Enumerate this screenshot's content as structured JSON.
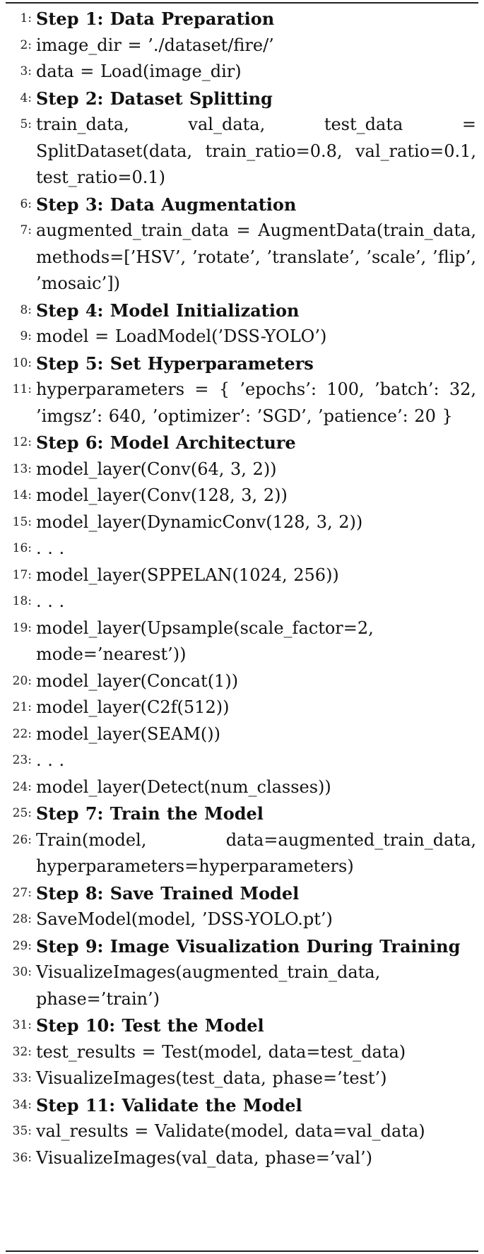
{
  "algorithm": {
    "lines": [
      {
        "n": "1:",
        "text": "Step 1: Data Preparation",
        "bold": true
      },
      {
        "n": "2:",
        "text": "image_dir = ’./dataset/fire/’",
        "bold": false
      },
      {
        "n": "3:",
        "text": "data = Load(image_dir)",
        "bold": false
      },
      {
        "n": "4:",
        "text": "Step 2: Dataset Splitting",
        "bold": true
      },
      {
        "n": "5:",
        "text": "train_data, val_data, test_data = SplitDataset(data, train_ratio=0.8, val_ratio=0.1, test_ratio=0.1)",
        "bold": false
      },
      {
        "n": "6:",
        "text": "Step 3: Data Augmentation",
        "bold": true
      },
      {
        "n": "7:",
        "text": "augmented_train_data = AugmentData(train_data, methods=[’HSV’, ’rotate’, ’translate’, ’scale’, ’flip’, ’mosaic’])",
        "bold": false
      },
      {
        "n": "8:",
        "text": "Step 4: Model Initialization",
        "bold": true
      },
      {
        "n": "9:",
        "text": "model = LoadModel(’DSS-YOLO’)",
        "bold": false
      },
      {
        "n": "10:",
        "text": "Step 5: Set Hyperparameters",
        "bold": true
      },
      {
        "n": "11:",
        "text": "hyperparameters = { ’epochs’: 100, ’batch’: 32, ’imgsz’: 640, ’optimizer’: ’SGD’, ’patience’: 20 }",
        "bold": false
      },
      {
        "n": "12:",
        "text": "Step 6: Model Architecture",
        "bold": true
      },
      {
        "n": "13:",
        "text": "model_layer(Conv(64, 3, 2))",
        "bold": false
      },
      {
        "n": "14:",
        "text": "model_layer(Conv(128, 3, 2))",
        "bold": false
      },
      {
        "n": "15:",
        "text": "model_layer(DynamicConv(128, 3, 2))",
        "bold": false
      },
      {
        "n": "16:",
        "text": ". . .",
        "bold": false
      },
      {
        "n": "17:",
        "text": "model_layer(SPPELAN(1024, 256))",
        "bold": false
      },
      {
        "n": "18:",
        "text": ". . .",
        "bold": false
      },
      {
        "n": "19:",
        "text": "model_layer(Upsample(scale_factor=2, mode=’nearest’))",
        "bold": false
      },
      {
        "n": "20:",
        "text": "model_layer(Concat(1))",
        "bold": false
      },
      {
        "n": "21:",
        "text": "model_layer(C2f(512))",
        "bold": false
      },
      {
        "n": "22:",
        "text": "model_layer(SEAM())",
        "bold": false
      },
      {
        "n": "23:",
        "text": ". . .",
        "bold": false
      },
      {
        "n": "24:",
        "text": "model_layer(Detect(num_classes))",
        "bold": false
      },
      {
        "n": "25:",
        "text": "Step 7: Train the Model",
        "bold": true
      },
      {
        "n": "26:",
        "text": "Train(model, data=augmented_train_data, hyperparameters=hyperparameters)",
        "bold": false
      },
      {
        "n": "27:",
        "text": "Step 8: Save Trained Model",
        "bold": true
      },
      {
        "n": "28:",
        "text": "SaveModel(model, ’DSS-YOLO.pt’)",
        "bold": false
      },
      {
        "n": "29:",
        "text": "Step 9: Image Visualization During Training",
        "bold": true
      },
      {
        "n": "30:",
        "text": "VisualizeImages(augmented_train_data, phase=’train’)",
        "bold": false
      },
      {
        "n": "31:",
        "text": "Step 10: Test the Model",
        "bold": true
      },
      {
        "n": "32:",
        "text": "test_results = Test(model, data=test_data)",
        "bold": false
      },
      {
        "n": "33:",
        "text": "VisualizeImages(test_data, phase=’test’)",
        "bold": false
      },
      {
        "n": "34:",
        "text": "Step 11: Validate the Model",
        "bold": true
      },
      {
        "n": "35:",
        "text": "val_results = Validate(model, data=val_data)",
        "bold": false
      },
      {
        "n": "36:",
        "text": "VisualizeImages(val_data, phase=’val’)",
        "bold": false
      }
    ]
  }
}
